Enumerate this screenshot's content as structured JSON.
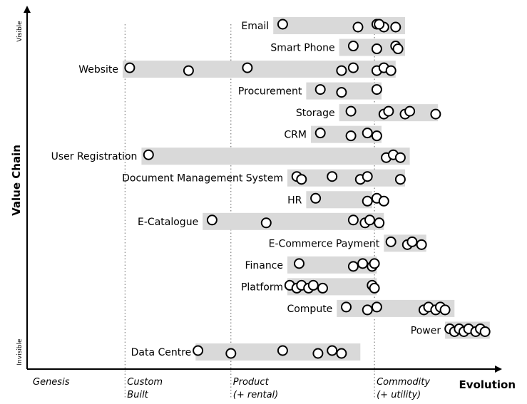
{
  "chart_data": {
    "type": "scatter",
    "xlabel": "Evolution",
    "ylabel": "Value Chain",
    "y_top_label": "Visible",
    "y_bottom_label": "Invisible",
    "xlim": [
      0,
      1
    ],
    "stages": [
      {
        "label": [
          "Genesis"
        ],
        "x": 0.0
      },
      {
        "label": [
          "Custom",
          "Built"
        ],
        "x": 0.205
      },
      {
        "label": [
          "Product",
          "(+ rental)"
        ],
        "x": 0.43
      },
      {
        "label": [
          "Commodity",
          "(+ utility)"
        ],
        "x": 0.735
      }
    ],
    "rows": [
      {
        "label": "Email",
        "range": [
          0.52,
          0.8
        ],
        "points": [
          0.54,
          0.7,
          0.74,
          0.755,
          0.745,
          0.78
        ]
      },
      {
        "label": "Smart Phone",
        "range": [
          0.66,
          0.8
        ],
        "points": [
          0.69,
          0.74,
          0.78,
          0.785
        ]
      },
      {
        "label": "Website",
        "range": [
          0.2,
          0.78
        ],
        "points": [
          0.215,
          0.34,
          0.465,
          0.665,
          0.69,
          0.74,
          0.755,
          0.77
        ]
      },
      {
        "label": "Procurement",
        "range": [
          0.59,
          0.75
        ],
        "points": [
          0.62,
          0.665,
          0.74
        ]
      },
      {
        "label": "Storage",
        "range": [
          0.66,
          0.87
        ],
        "points": [
          0.685,
          0.755,
          0.765,
          0.8,
          0.81,
          0.865
        ]
      },
      {
        "label": "CRM",
        "range": [
          0.6,
          0.75
        ],
        "points": [
          0.62,
          0.685,
          0.72,
          0.74
        ]
      },
      {
        "label": "User Registration",
        "range": [
          0.24,
          0.81
        ],
        "points": [
          0.255,
          0.76,
          0.775,
          0.79
        ]
      },
      {
        "label": "Document Management System",
        "range": [
          0.55,
          0.8
        ],
        "points": [
          0.57,
          0.58,
          0.645,
          0.705,
          0.72,
          0.79
        ]
      },
      {
        "label": "HR",
        "range": [
          0.59,
          0.73
        ],
        "points": [
          0.61,
          0.72,
          0.74,
          0.755
        ]
      },
      {
        "label": "E-Catalogue",
        "range": [
          0.37,
          0.755
        ],
        "points": [
          0.39,
          0.505,
          0.69,
          0.715,
          0.725,
          0.745
        ]
      },
      {
        "label": "E-Commerce Payment",
        "range": [
          0.755,
          0.845
        ],
        "points": [
          0.77,
          0.805,
          0.815,
          0.835
        ]
      },
      {
        "label": "Finance",
        "range": [
          0.55,
          0.74
        ],
        "points": [
          0.575,
          0.69,
          0.71,
          0.73,
          0.735
        ]
      },
      {
        "label": "Platform",
        "range": [
          0.55,
          0.74
        ],
        "points": [
          0.555,
          0.57,
          0.58,
          0.595,
          0.605,
          0.625,
          0.73,
          0.735
        ]
      },
      {
        "label": "Compute",
        "range": [
          0.655,
          0.905
        ],
        "points": [
          0.675,
          0.72,
          0.74,
          0.84,
          0.85,
          0.865,
          0.875,
          0.885
        ]
      },
      {
        "label": "Power",
        "range": [
          0.885,
          0.98
        ],
        "points": [
          0.895,
          0.905,
          0.915,
          0.925,
          0.935,
          0.95,
          0.96,
          0.97
        ]
      },
      {
        "label": "Data Centre",
        "range": [
          0.355,
          0.705
        ],
        "points": [
          0.36,
          0.43,
          0.54,
          0.615,
          0.645,
          0.665
        ]
      }
    ],
    "grid": false,
    "legend": "none"
  }
}
